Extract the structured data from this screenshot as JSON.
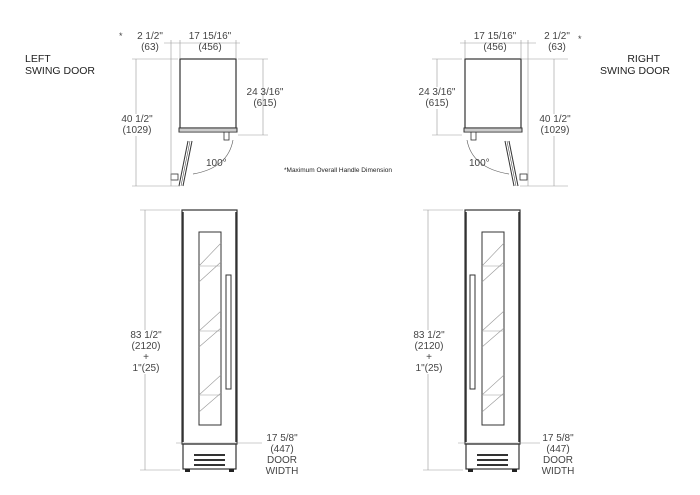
{
  "left": {
    "title_line1": "LEFT",
    "title_line2": "SWING DOOR",
    "handle_dim": {
      "in": "2 1/2\"",
      "mm": "(63)",
      "marker": "*"
    },
    "width_dim": {
      "in": "17 15/16\"",
      "mm": "(456)"
    },
    "depth_dim": {
      "in": "24 3/16\"",
      "mm": "(615)"
    },
    "open_depth_dim": {
      "in": "40 1/2\"",
      "mm": "(1029)"
    },
    "swing_angle": "100°",
    "height_dim": {
      "in": "83 1/2\"",
      "mm": "(2120)",
      "plus": "+",
      "extra": "1\"(25)"
    },
    "door_width_dim": {
      "in": "17 5/8\"",
      "mm": "(447)",
      "label1": "DOOR",
      "label2": "WIDTH"
    }
  },
  "right": {
    "title_line1": "RIGHT",
    "title_line2": "SWING DOOR",
    "handle_dim": {
      "in": "2 1/2\"",
      "mm": "(63)",
      "marker": "*"
    },
    "width_dim": {
      "in": "17 15/16\"",
      "mm": "(456)"
    },
    "depth_dim": {
      "in": "24 3/16\"",
      "mm": "(615)"
    },
    "open_depth_dim": {
      "in": "40 1/2\"",
      "mm": "(1029)"
    },
    "swing_angle": "100°",
    "height_dim": {
      "in": "83 1/2\"",
      "mm": "(2120)",
      "plus": "+",
      "extra": "1\"(25)"
    },
    "door_width_dim": {
      "in": "17 5/8\"",
      "mm": "(447)",
      "label1": "DOOR",
      "label2": "WIDTH"
    }
  },
  "footnote": "*Maximum Overall Handle Dimension",
  "colors": {
    "line": "#333333",
    "dim_line": "#999999",
    "text": "#444444"
  }
}
